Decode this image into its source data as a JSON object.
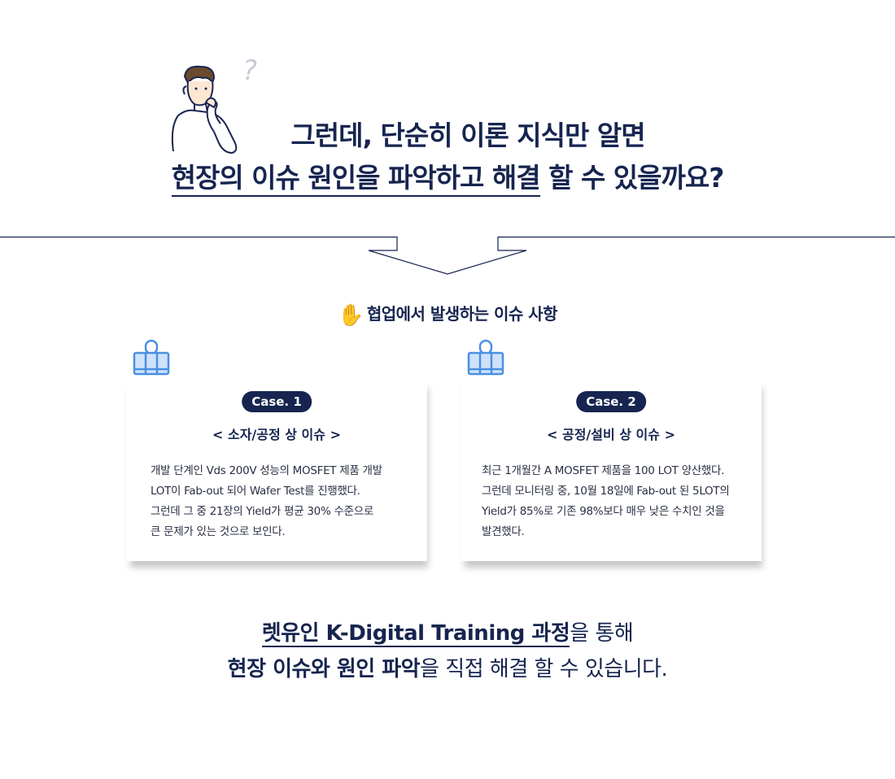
{
  "heading": {
    "line1": "그런데, 단순히 이론 지식만 알면",
    "line2_underlined": "현장의 이슈 원인을 파악하고 해결",
    "line2_rest": " 할 수 있을까요?",
    "question_mark": "?"
  },
  "section": {
    "label": "협업에서 발생하는 이슈 사항",
    "icon": "hand-wave-icon"
  },
  "cases": [
    {
      "badge": "Case. 1",
      "title": "< 소자/공정 상 이슈 >",
      "lines": [
        "개발 단계인 Vds 200V 성능의 MOSFET 제품 개발",
        "LOT이 Fab-out 되어 Wafer Test를 진행했다.",
        "그런데 그 중 21장의 Yield가 평균 30% 수준으로",
        "큰 문제가 있는 것으로 보인다."
      ]
    },
    {
      "badge": "Case. 2",
      "title": "< 공정/설비 상 이슈 >",
      "lines": [
        "최근 1개월간 A MOSFET 제품을 100 LOT 양산했다.",
        "그런데 모니터링 중, 10월 18일에 Fab-out 된 5LOT의",
        "Yield가 85%로 기존 98%보다 매우 낮은 수치인 것을",
        "발견했다."
      ]
    }
  ],
  "bottom": {
    "line1_bold": "렛유인 K-Digital Training 과정",
    "line1_rest": "을 통해",
    "line2_bold": "현장 이슈와 원인 파악",
    "line2_rest": "을 직접 해결 할 수 있습니다."
  },
  "colors": {
    "navy": "#16244f",
    "clip_blue": "#4a90e2",
    "hand_yellow": "#f4b400"
  }
}
